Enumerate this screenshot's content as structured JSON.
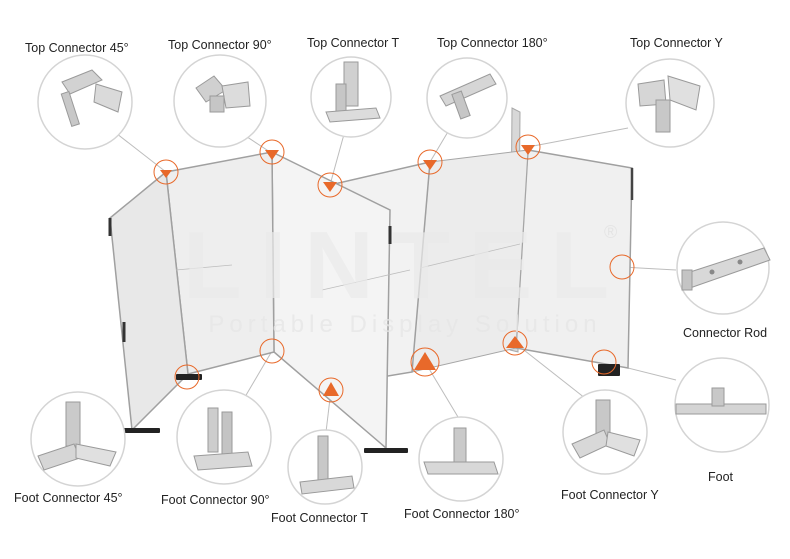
{
  "watermark": {
    "brand": "LINTEL",
    "trademark": "®",
    "tagline": "Portable Display Solution"
  },
  "colors": {
    "accent": "#e8692a",
    "panel_fill": "#efefef",
    "frame": "#9a9a9a",
    "callout_line": "#bdbdbd",
    "circle_border": "#d4d4d4"
  },
  "parts": [
    {
      "id": "top-connector-45",
      "label": "Top Connector 45°"
    },
    {
      "id": "top-connector-90",
      "label": "Top Connector 90°"
    },
    {
      "id": "top-connector-t",
      "label": "Top Connector T"
    },
    {
      "id": "top-connector-180",
      "label": "Top Connector 180°"
    },
    {
      "id": "top-connector-y",
      "label": "Top Connector Y"
    },
    {
      "id": "connector-rod",
      "label": "Connector Rod"
    },
    {
      "id": "foot",
      "label": "Foot"
    },
    {
      "id": "foot-connector-y",
      "label": "Foot Connector Y"
    },
    {
      "id": "foot-connector-180",
      "label": "Foot Connector 180°"
    },
    {
      "id": "foot-connector-t",
      "label": "Foot Connector T"
    },
    {
      "id": "foot-connector-90",
      "label": "Foot Connector 90°"
    },
    {
      "id": "foot-connector-45",
      "label": "Foot Connector 45°"
    }
  ]
}
